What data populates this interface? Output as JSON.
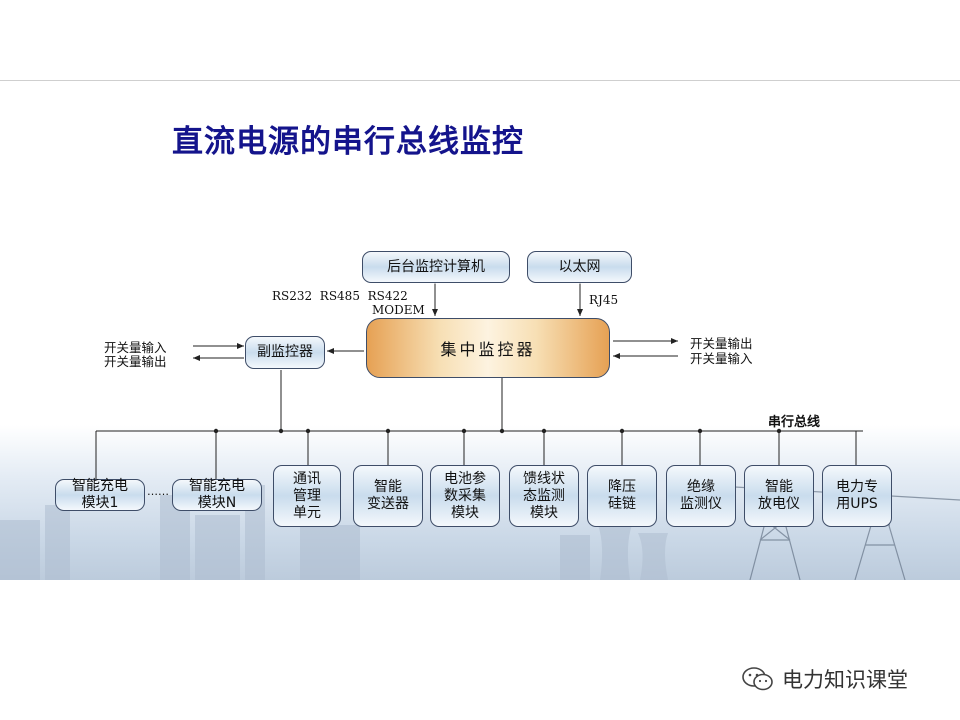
{
  "slide": {
    "title": "直流电源的串行总线监控"
  },
  "diagram": {
    "backend_computer": "后台监控计算机",
    "ethernet": "以太网",
    "protocols_line": "RS232  RS485  RS422",
    "modem": "MODEM",
    "rj45": "RJ45",
    "central_monitor": "集中监控器",
    "sub_monitor": "副监控器",
    "left_io": {
      "input": "开关量输入",
      "output": "开关量输出"
    },
    "right_io": {
      "output": "开关量输出",
      "input": "开关量输入"
    },
    "bus_label": "串行总线",
    "ellipsis": "……",
    "modules": [
      {
        "line1": "智能充电",
        "line2": "模块1"
      },
      {
        "line1": "智能充电",
        "line2": "模块N"
      },
      {
        "line1": "通讯",
        "line2": "管理",
        "line3": "单元"
      },
      {
        "line1": "智能",
        "line2": "变送器"
      },
      {
        "line1": "电池参",
        "line2": "数采集",
        "line3": "模块"
      },
      {
        "line1": "馈线状",
        "line2": "态监测",
        "line3": "模块"
      },
      {
        "line1": "降压",
        "line2": "硅链"
      },
      {
        "line1": "绝缘",
        "line2": "监测仪"
      },
      {
        "line1": "智能",
        "line2": "放电仪"
      },
      {
        "line1": "电力专",
        "line2": "用UPS"
      }
    ]
  },
  "watermark": {
    "text": "电力知识课堂",
    "icon": "wechat-icon"
  }
}
